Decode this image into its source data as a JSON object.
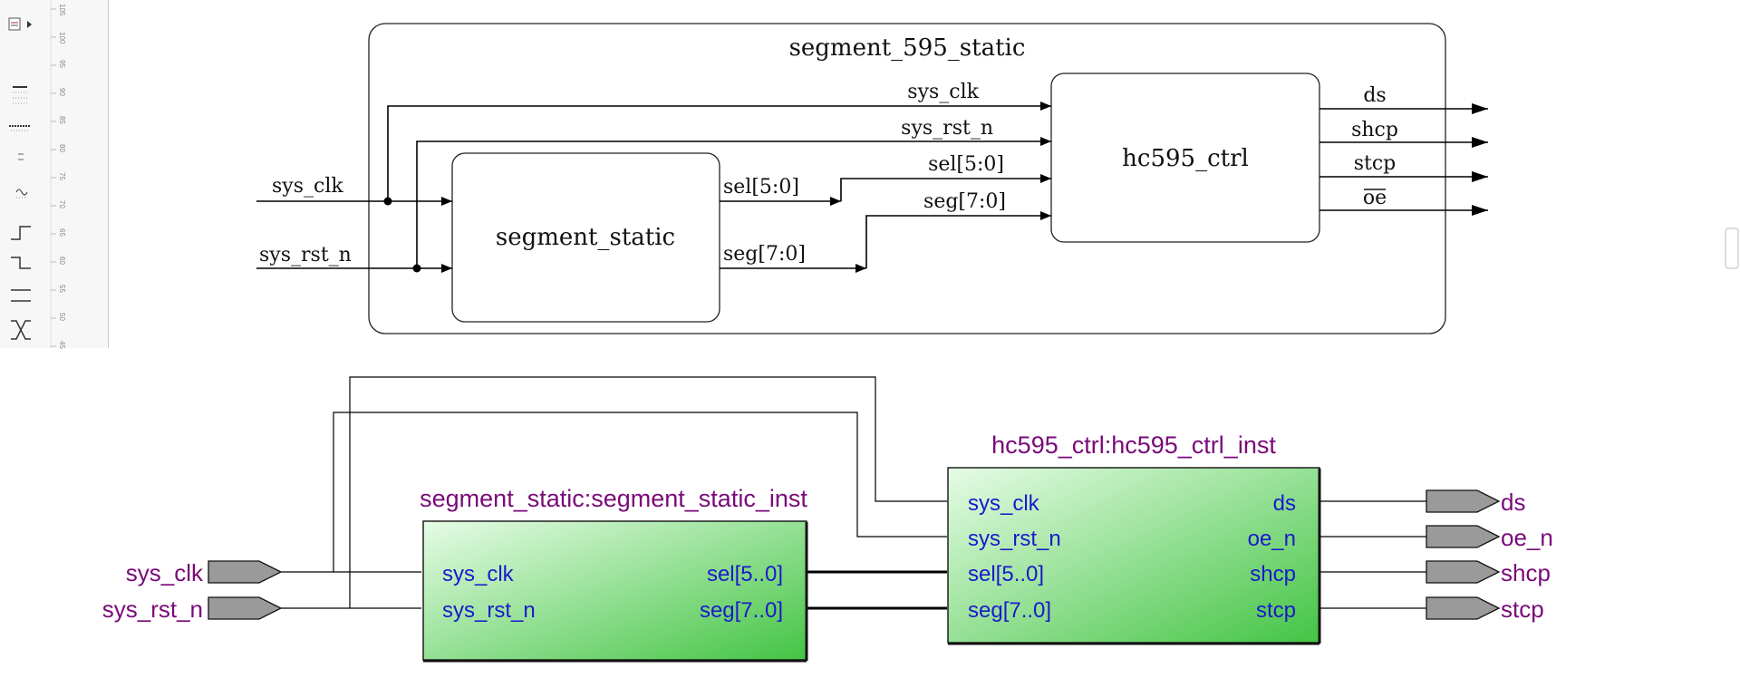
{
  "ruler": {
    "ticks": [
      "105",
      "100",
      "95",
      "90",
      "85",
      "80",
      "75",
      "70",
      "65",
      "60",
      "55",
      "50",
      "45"
    ]
  },
  "palette": {
    "tools": [
      "page-icon",
      "dotted-bar-icon",
      "wave-icon",
      "rising-edge-icon",
      "falling-edge-icon",
      "parallel-lines-icon",
      "bus-crossover-icon"
    ]
  },
  "top_diagram": {
    "title": "segment_595_static",
    "left_inputs": [
      "sys_clk",
      "sys_rst_n"
    ],
    "inner_block": "segment_static",
    "inner_outputs": [
      "sel[5:0]",
      "seg[7:0]"
    ],
    "ctrl_block": "hc595_ctrl",
    "ctrl_inputs": [
      "sys_clk",
      "sys_rst_n",
      "sel[5:0]",
      "seg[7:0]"
    ],
    "ctrl_outputs": [
      "ds",
      "shcp",
      "stcp",
      "oe"
    ]
  },
  "rtl": {
    "inputs": [
      "sys_clk",
      "sys_rst_n"
    ],
    "block1": {
      "title": "segment_static:segment_static_inst",
      "ports_in": [
        "sys_clk",
        "sys_rst_n"
      ],
      "ports_out": [
        "sel[5..0]",
        "seg[7..0]"
      ]
    },
    "block2": {
      "title": "hc595_ctrl:hc595_ctrl_inst",
      "ports_in": [
        "sys_clk",
        "sys_rst_n",
        "sel[5..0]",
        "seg[7..0]"
      ],
      "ports_out": [
        "ds",
        "oe_n",
        "shcp",
        "stcp"
      ]
    },
    "outputs": [
      "ds",
      "oe_n",
      "shcp",
      "stcp"
    ],
    "colors": {
      "label": "#7a0a7a",
      "port": "#1a1acc",
      "block_light": "#e6fce6",
      "block_dark": "#44c444",
      "pin_fill": "#9a9a9a"
    }
  }
}
